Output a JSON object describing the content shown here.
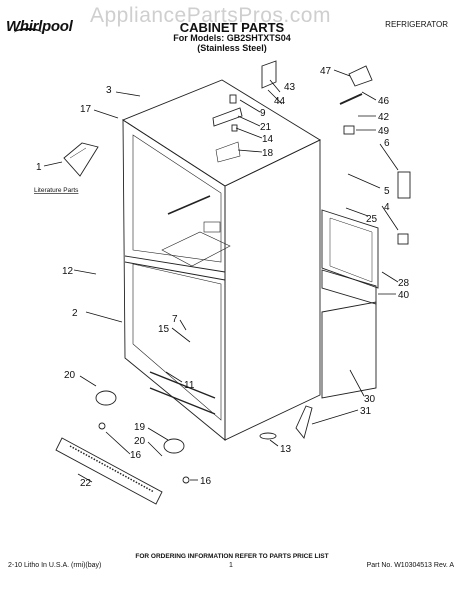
{
  "header": {
    "brand": "Whirlpool",
    "watermark": "AppliancePartsPros.com",
    "title": "CABINET PARTS",
    "models_line": "For Models: GB2SHTXTS04",
    "finish_line": "(Stainless Steel)",
    "category": "REFRIGERATOR"
  },
  "diagram": {
    "callouts": [
      "3",
      "17",
      "1",
      "12",
      "2",
      "20",
      "22",
      "43",
      "44",
      "9",
      "21",
      "14",
      "18",
      "47",
      "46",
      "42",
      "49",
      "6",
      "5",
      "4",
      "25",
      "28",
      "40",
      "7",
      "15",
      "11",
      "19",
      "20",
      "16",
      "16",
      "13",
      "30",
      "31"
    ],
    "literature_label": "Literature Parts"
  },
  "footer": {
    "ordering_info": "FOR ORDERING INFORMATION REFER TO PARTS PRICE LIST",
    "litho": "2-10 Litho In U.S.A. (rmi)(bay)",
    "page": "1",
    "part_no": "Part No. W10304513 Rev. A"
  }
}
